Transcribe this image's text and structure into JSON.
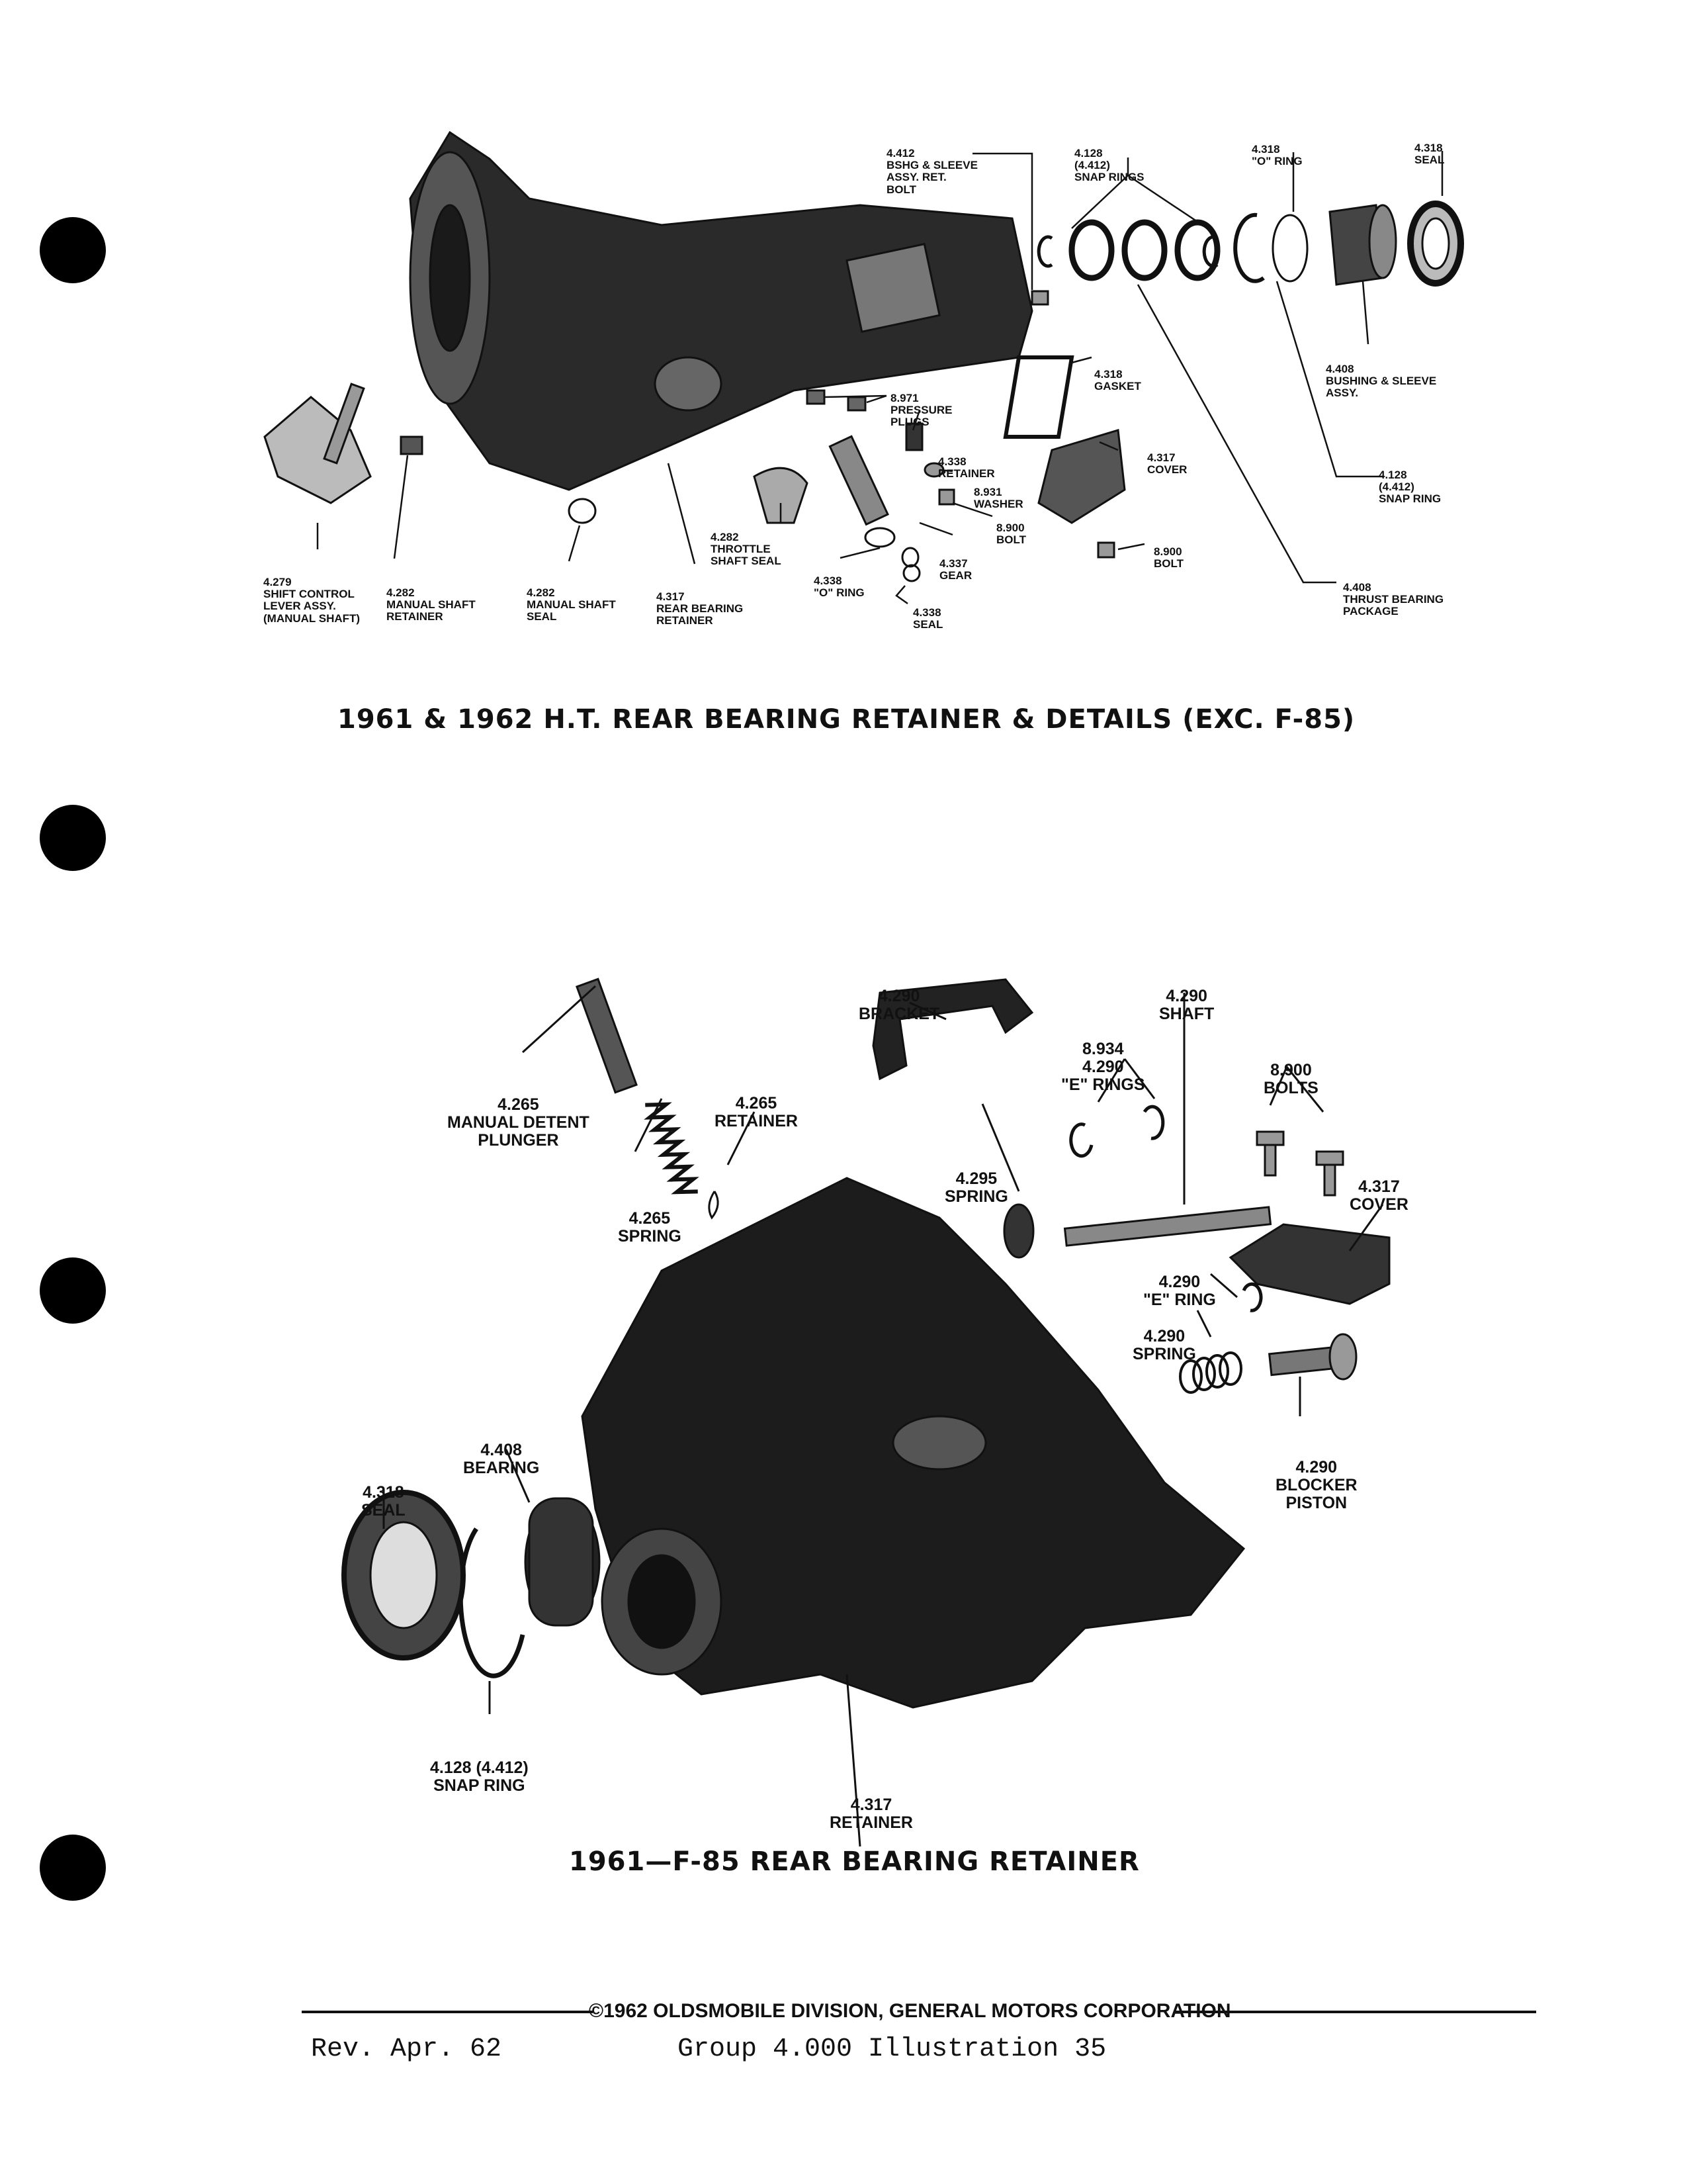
{
  "fig1": {
    "caption": "1961 & 1962 H.T. REAR BEARING RETAINER & DETAILS (EXC. F-85)",
    "labels": {
      "bshg_bolt": [
        "4.412",
        "BSHG & SLEEVE",
        "ASSY. RET.",
        "BOLT"
      ],
      "snap_rings": [
        "4.128",
        "(4.412)",
        "SNAP RINGS"
      ],
      "o_ring_top": [
        "4.318",
        "\"O\" RING"
      ],
      "seal_top": [
        "4.318",
        "SEAL"
      ],
      "gasket": [
        "4.318",
        "GASKET"
      ],
      "bushing_sleeve": [
        "4.408",
        "BUSHING & SLEEVE",
        "ASSY."
      ],
      "pressure_plugs": [
        "8.971",
        "PRESSURE",
        "PLUGS"
      ],
      "retainer_small": [
        "4.338",
        "RETAINER"
      ],
      "cover": [
        "4.317",
        "COVER"
      ],
      "washer": [
        "8.931",
        "WASHER"
      ],
      "snap_ring_right": [
        "4.128",
        "(4.412)",
        "SNAP RING"
      ],
      "bolt_8900_a": [
        "8.900",
        "BOLT"
      ],
      "throttle_seal": [
        "4.282",
        "THROTTLE",
        "SHAFT SEAL"
      ],
      "gear": [
        "4.337",
        "GEAR"
      ],
      "bolt_8900_b": [
        "8.900",
        "BOLT"
      ],
      "shift_lever": [
        "4.279",
        "SHIFT CONTROL",
        "LEVER ASSY.",
        "(MANUAL SHAFT)"
      ],
      "manual_retainer": [
        "4.282",
        "MANUAL SHAFT",
        "RETAINER"
      ],
      "manual_seal": [
        "4.282",
        "MANUAL SHAFT",
        "SEAL"
      ],
      "rear_retainer": [
        "4.317",
        "REAR BEARING",
        "RETAINER"
      ],
      "o_ring_low": [
        "4.338",
        "\"O\" RING"
      ],
      "seal_low": [
        "4.338",
        "SEAL"
      ],
      "thrust_bearing": [
        "4.408",
        "THRUST BEARING",
        "PACKAGE"
      ]
    }
  },
  "fig2": {
    "caption": "1961—F-85 REAR BEARING RETAINER",
    "labels": {
      "bracket": [
        "4.290",
        "BRACKET"
      ],
      "shaft": [
        "4.290",
        "SHAFT"
      ],
      "e_rings": [
        "8.934",
        "4.290",
        "\"E\" RINGS"
      ],
      "bolts": [
        "8.900",
        "BOLTS"
      ],
      "plunger": [
        "4.265",
        "MANUAL DETENT",
        "PLUNGER"
      ],
      "retainer_265": [
        "4.265",
        "RETAINER"
      ],
      "spring_295": [
        "4.295",
        "SPRING"
      ],
      "cover_317": [
        "4.317",
        "COVER"
      ],
      "spring_265": [
        "4.265",
        "SPRING"
      ],
      "e_ring": [
        "4.290",
        "\"E\" RING"
      ],
      "spring_290": [
        "4.290",
        "SPRING"
      ],
      "blocker": [
        "4.290",
        "BLOCKER",
        "PISTON"
      ],
      "bearing": [
        "4.408",
        "BEARING"
      ],
      "seal": [
        "4.318",
        "SEAL"
      ],
      "snap_ring": [
        "4.128 (4.412)",
        "SNAP RING"
      ],
      "retainer_317": [
        "4.317",
        "RETAINER"
      ]
    }
  },
  "footer": {
    "copyright": "©1962 OLDSMOBILE DIVISION, GENERAL MOTORS CORPORATION",
    "revision": "Rev. Apr. 62",
    "group": "Group  4.000  Illustration 35"
  }
}
